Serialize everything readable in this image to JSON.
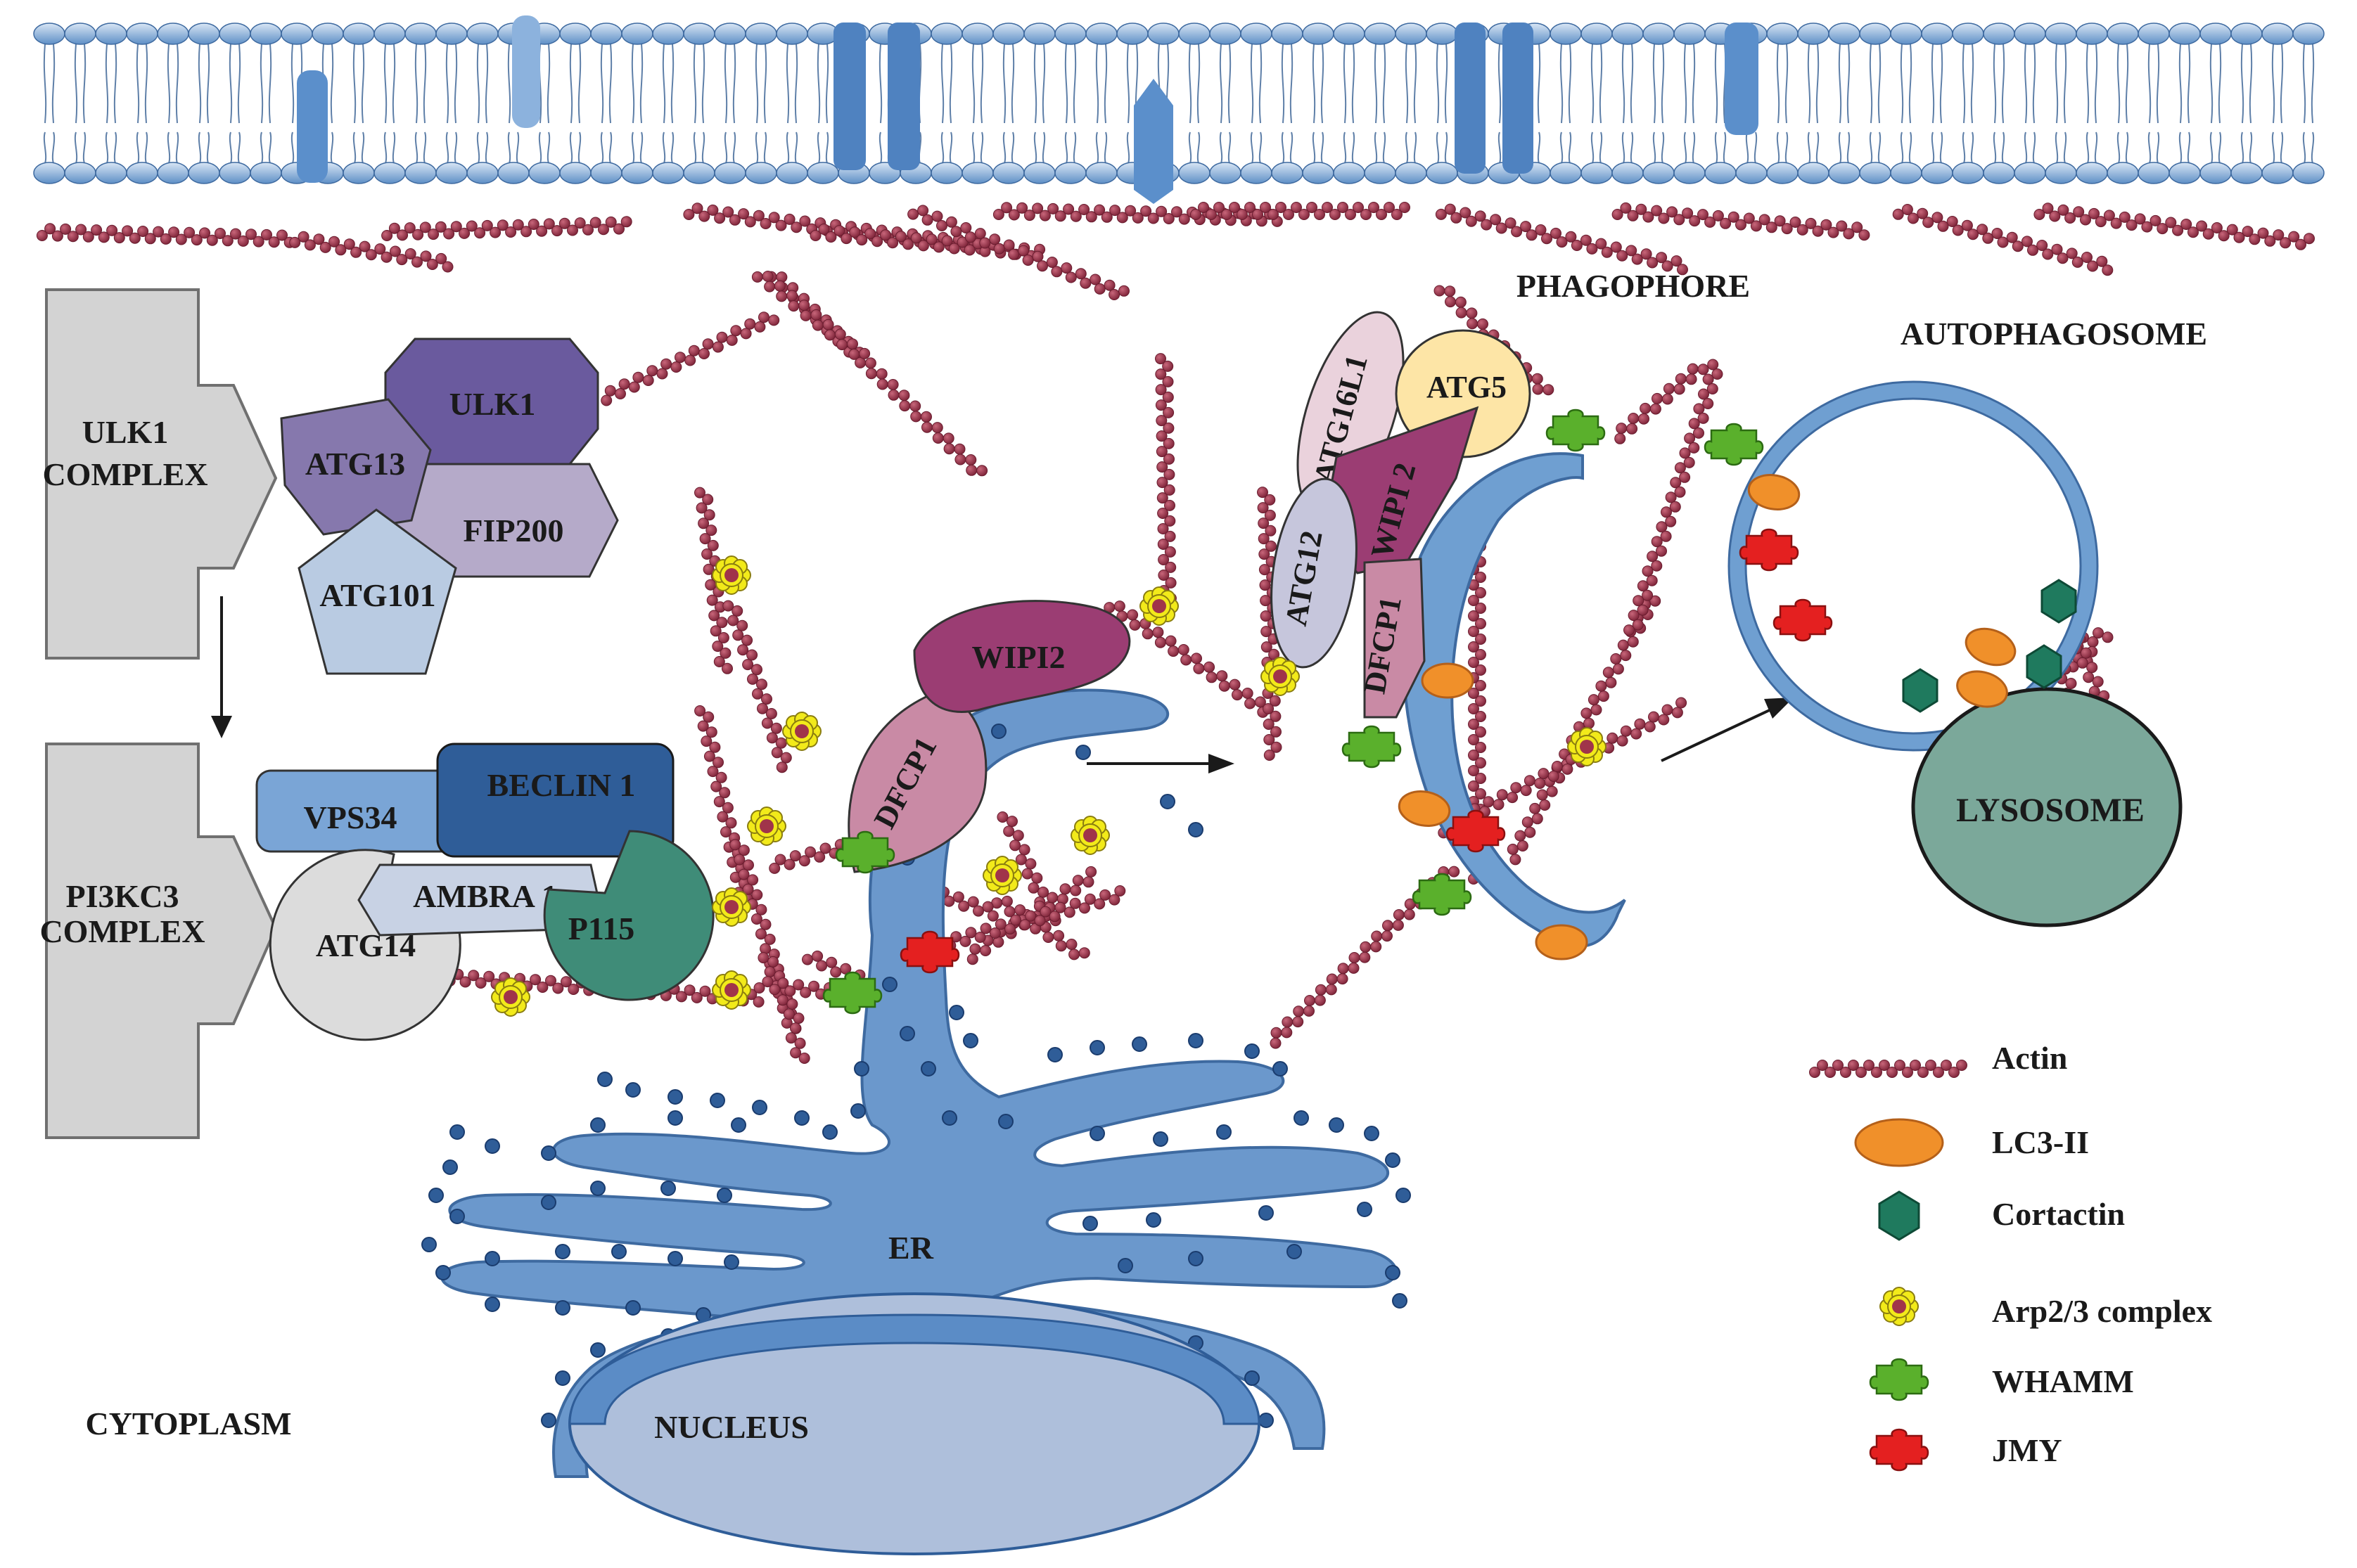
{
  "labels": {
    "ulk1_complex": [
      "ULK1",
      "COMPLEX"
    ],
    "pi3kc3_complex": [
      "PI3KC3",
      "COMPLEX"
    ],
    "cytoplasm": "CYTOPLASM",
    "nucleus": "NUCLEUS",
    "er": "ER",
    "phagophore": "PHAGOPHORE",
    "autophagosome": "AUTOPHAGOSOME",
    "lysosome": "LYSOSOME"
  },
  "ulk1_complex": {
    "ulk1": "ULK1",
    "atg13": "ATG13",
    "fip200": "FIP200",
    "atg101": "ATG101"
  },
  "pi3kc3_complex": {
    "vps34": "VPS34",
    "beclin1": "BECLIN 1",
    "ambra1": "AMBRA 1",
    "p115": "P115",
    "atg14": "ATG14"
  },
  "er_proteins": {
    "dfcp1": "DFCP1",
    "wipi2": "WIPI2"
  },
  "phagophore_proteins": {
    "atg16l1": "ATG16L1",
    "atg5": "ATG5",
    "wipi2": "WIPI 2",
    "atg12": "ATG12",
    "dfcp1": "DFCP1"
  },
  "legend": [
    {
      "key": "actin",
      "label": "Actin",
      "icon": "actin-filament-icon"
    },
    {
      "key": "lc3",
      "label": "LC3-II",
      "icon": "orange-ellipse-icon"
    },
    {
      "key": "cortactin",
      "label": "Cortactin",
      "icon": "green-hexagon-icon"
    },
    {
      "key": "arp23",
      "label": "Arp2/3 complex",
      "icon": "yellow-flower-icon"
    },
    {
      "key": "whamm",
      "label": "WHAMM",
      "icon": "green-puzzle-icon"
    },
    {
      "key": "jmy",
      "label": "JMY",
      "icon": "red-puzzle-icon"
    }
  ],
  "colors": {
    "membrane": "#6f9fd1",
    "er": "#6b98cc",
    "actin": "#a0344a",
    "lc3": "#f0902a",
    "cortactin": "#1f7a5e",
    "arp23": "#f2ea1a",
    "whamm": "#5ab02c",
    "jmy": "#e42020",
    "ulk1": "#6a5a9e",
    "atg13": "#8678ad",
    "fip200": "#b5aac9",
    "atg101": "#b9cbe2",
    "vps34": "#7aa5d6",
    "beclin1": "#2f5d98",
    "ambra1": "#c8d2e4",
    "p115": "#3f8c78",
    "atg14": "#dcdcdc",
    "dfcp1": "#c98aa5",
    "wipi2": "#9b3d73",
    "atg16l1": "#ead2dc",
    "atg5": "#fde5a6",
    "atg12": "#c6c6dc",
    "lysosome": "#7ba89a"
  }
}
